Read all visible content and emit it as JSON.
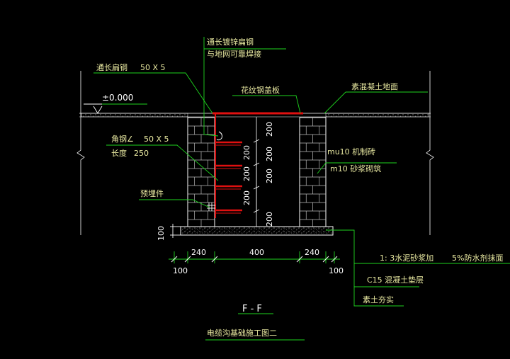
{
  "colors": {
    "background": "#000000",
    "line_white": "#ffffff",
    "line_green": "#1ed31e",
    "line_red": "#e01010",
    "text_yellow": "#e8e8a0",
    "text_white": "#ffffff"
  },
  "labels": {
    "flat_steel_long": "通长扁钢",
    "flat_steel_size": "50 X 5",
    "galv_flat_steel": "通长镀锌扁钢",
    "weld_ground": "与地网可靠焊接",
    "elevation": "±0.000",
    "checker_plate": "花纹钢盖板",
    "concrete_ground": "素混凝土地面",
    "angle_steel": "角钢∠",
    "angle_size": "50 X 5",
    "length_label": "长度",
    "length_value": "250",
    "embedded_part": "预埋件",
    "brick": "mu10 机制砖",
    "mortar": "m10 砂浆砌筑",
    "mortar_coat_a": "1: 3水泥砂浆加",
    "mortar_coat_b": "5%防水剂抹面",
    "concrete_cushion": "C15 混凝土垫层",
    "rammed_soil": "素土夯实",
    "section_name": "F - F",
    "drawing_title": "电缆沟基础施工图二"
  },
  "dims": {
    "bottom_left_wall": "240",
    "bottom_center": "400",
    "bottom_right_wall": "240",
    "offset_left": "100",
    "offset_right": "100",
    "cushion_thickness": "100",
    "right_spacing": [
      "200",
      "200",
      "200",
      "200"
    ],
    "left_spacing": [
      "200",
      "200",
      "200"
    ]
  }
}
